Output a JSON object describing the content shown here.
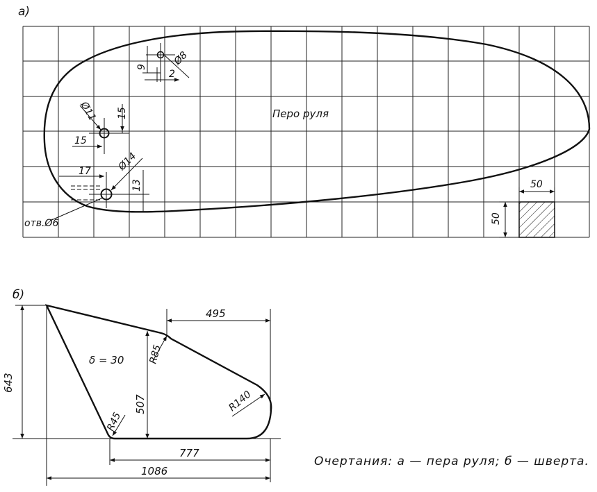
{
  "part_a": {
    "letter": "а)",
    "center_label": "Перо руля",
    "hole_note": "отв.Ø6",
    "dims": {
      "d8": "Ø8",
      "v9": "9",
      "h2": "2",
      "d11": "Ø11",
      "v15": "15",
      "h15": "15",
      "d14": "Ø14",
      "h17": "17",
      "v13": "13",
      "scale_w": "50",
      "scale_h": "50"
    }
  },
  "part_b": {
    "letter": "б)",
    "thickness": "δ = 30",
    "dims": {
      "h643": "643",
      "h507": "507",
      "w495": "495",
      "w777": "777",
      "w1086": "1086",
      "r85": "R85",
      "r140": "R140",
      "r45": "R45"
    }
  },
  "caption": "Очертания: а — пера руля; б — шверта."
}
